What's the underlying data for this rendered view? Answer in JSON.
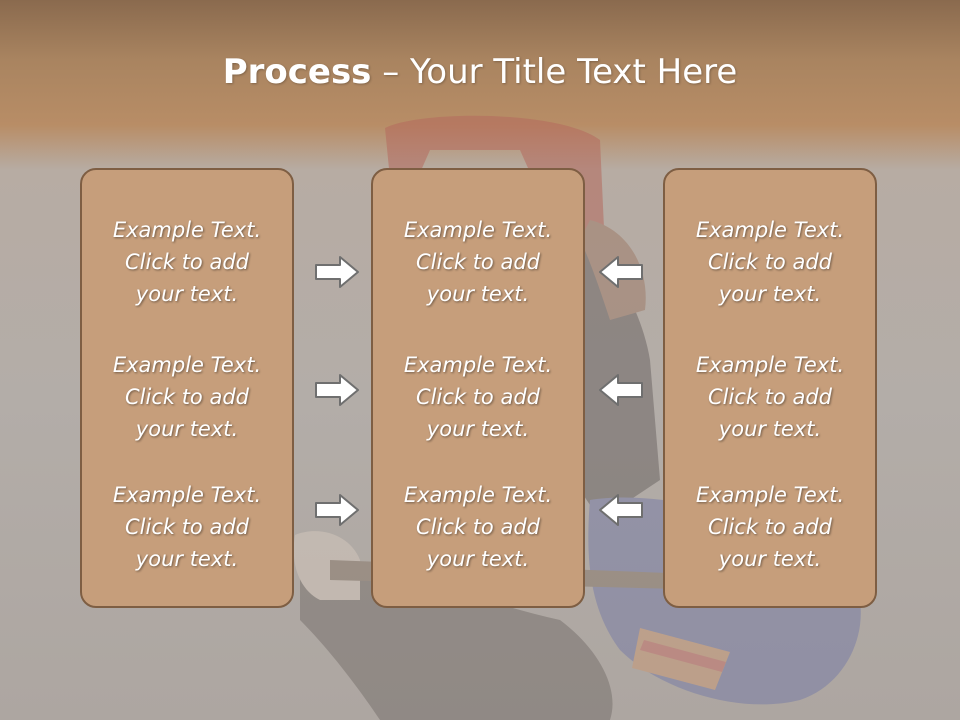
{
  "title": {
    "bold": "Process",
    "rest": " – Your Title Text Here"
  },
  "columns": [
    {
      "items": [
        {
          "lines": [
            "Example Text.",
            "Click  to add",
            "your text."
          ]
        },
        {
          "lines": [
            "Example Text.",
            "Click  to add",
            "your text."
          ]
        },
        {
          "lines": [
            "Example Text.",
            "Click  to add",
            "your text."
          ]
        }
      ]
    },
    {
      "items": [
        {
          "lines": [
            "Example Text.",
            "Click  to add",
            "your text."
          ]
        },
        {
          "lines": [
            "Example Text.",
            "Click  to add",
            "your text."
          ]
        },
        {
          "lines": [
            "Example Text.",
            "Click  to add",
            "your text."
          ]
        }
      ]
    },
    {
      "items": [
        {
          "lines": [
            "Example Text.",
            "Click  to add",
            "your text."
          ]
        },
        {
          "lines": [
            "Example Text.",
            "Click  to add",
            "your text."
          ]
        },
        {
          "lines": [
            "Example Text.",
            "Click  to add",
            "your text."
          ]
        }
      ]
    }
  ],
  "arrows": {
    "left_group": "arrow-right-icon",
    "right_group": "arrow-left-icon"
  },
  "colors": {
    "box_fill": "#c69e7b",
    "box_border": "#7e5e43",
    "header": "#a98460",
    "text": "#ffffff"
  }
}
